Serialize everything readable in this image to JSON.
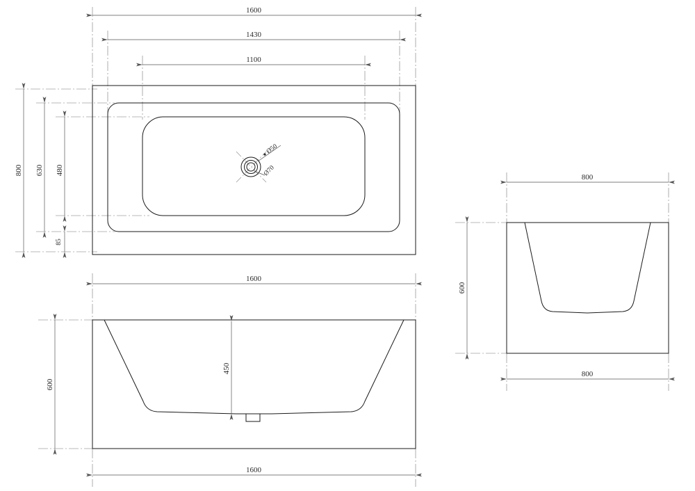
{
  "document": {
    "type": "technical-drawing",
    "subject": "rectangular bathtub",
    "units": "mm",
    "background_color": "#ffffff",
    "line_color": "#1a1a1a",
    "dimension_color": "#555555",
    "text_color": "#2b2b2b"
  },
  "views": {
    "top": {
      "name": "top-view",
      "dimensions": {
        "overall_length": "1600",
        "rim_inner_length": "1430",
        "basin_length": "1100",
        "overall_width": "800",
        "rim_inner_width": "630",
        "basin_width": "480",
        "rim_offset": "85"
      },
      "drain": {
        "diameter_label": "Ø50",
        "secondary_label": "Ø70"
      }
    },
    "front": {
      "name": "front-view",
      "dimensions": {
        "overall_length_top": "1600",
        "overall_length_bottom": "1600",
        "overall_height": "600",
        "basin_depth": "450"
      }
    },
    "side": {
      "name": "side-view",
      "dimensions": {
        "overall_width_top": "800",
        "overall_width_bottom": "800",
        "overall_height": "600"
      }
    }
  },
  "labels": {
    "d1600_top": "1600",
    "d1430": "1430",
    "d1100": "1100",
    "d800_left": "800",
    "d630": "630",
    "d480": "480",
    "d85": "85",
    "drain_dia": "Ø50",
    "drain_dia2": "Ø70",
    "d1600_front_top": "1600",
    "d450": "450",
    "d600_front": "600",
    "d1600_front_bottom": "1600",
    "d800_side_top": "800",
    "d600_side": "600",
    "d800_side_bottom": "800"
  }
}
